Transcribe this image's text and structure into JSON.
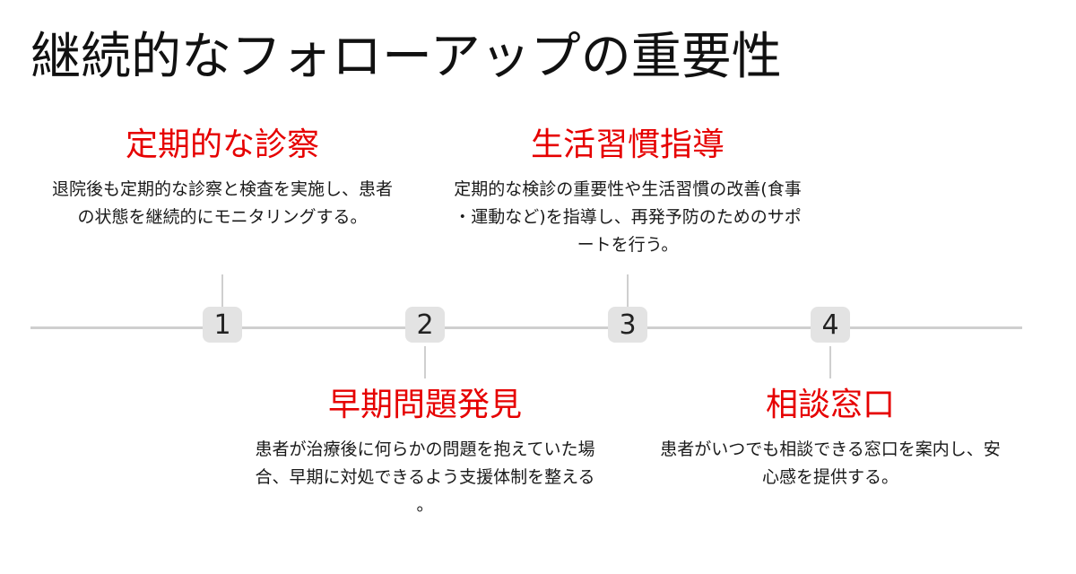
{
  "title": "継続的なフォローアップの重要性",
  "accent_color": "#e60000",
  "steps": [
    {
      "number": "1",
      "title": "定期的な診察",
      "description": "退院後も定期的な診察と検査を実施し、患者の状態を継続的にモニタリングする。"
    },
    {
      "number": "2",
      "title": "早期問題発見",
      "description": "患者が治療後に何らかの問題を抱えていた場合、早期に対処できるよう支援体制を整える。"
    },
    {
      "number": "3",
      "title": "生活習慣指導",
      "description": "定期的な検診の重要性や生活習慣の改善(食事・運動など)を指導し、再発予防のためのサポートを行う。"
    },
    {
      "number": "4",
      "title": "相談窓口",
      "description": "患者がいつでも相談できる窓口を案内し、安心感を提供する。"
    }
  ]
}
